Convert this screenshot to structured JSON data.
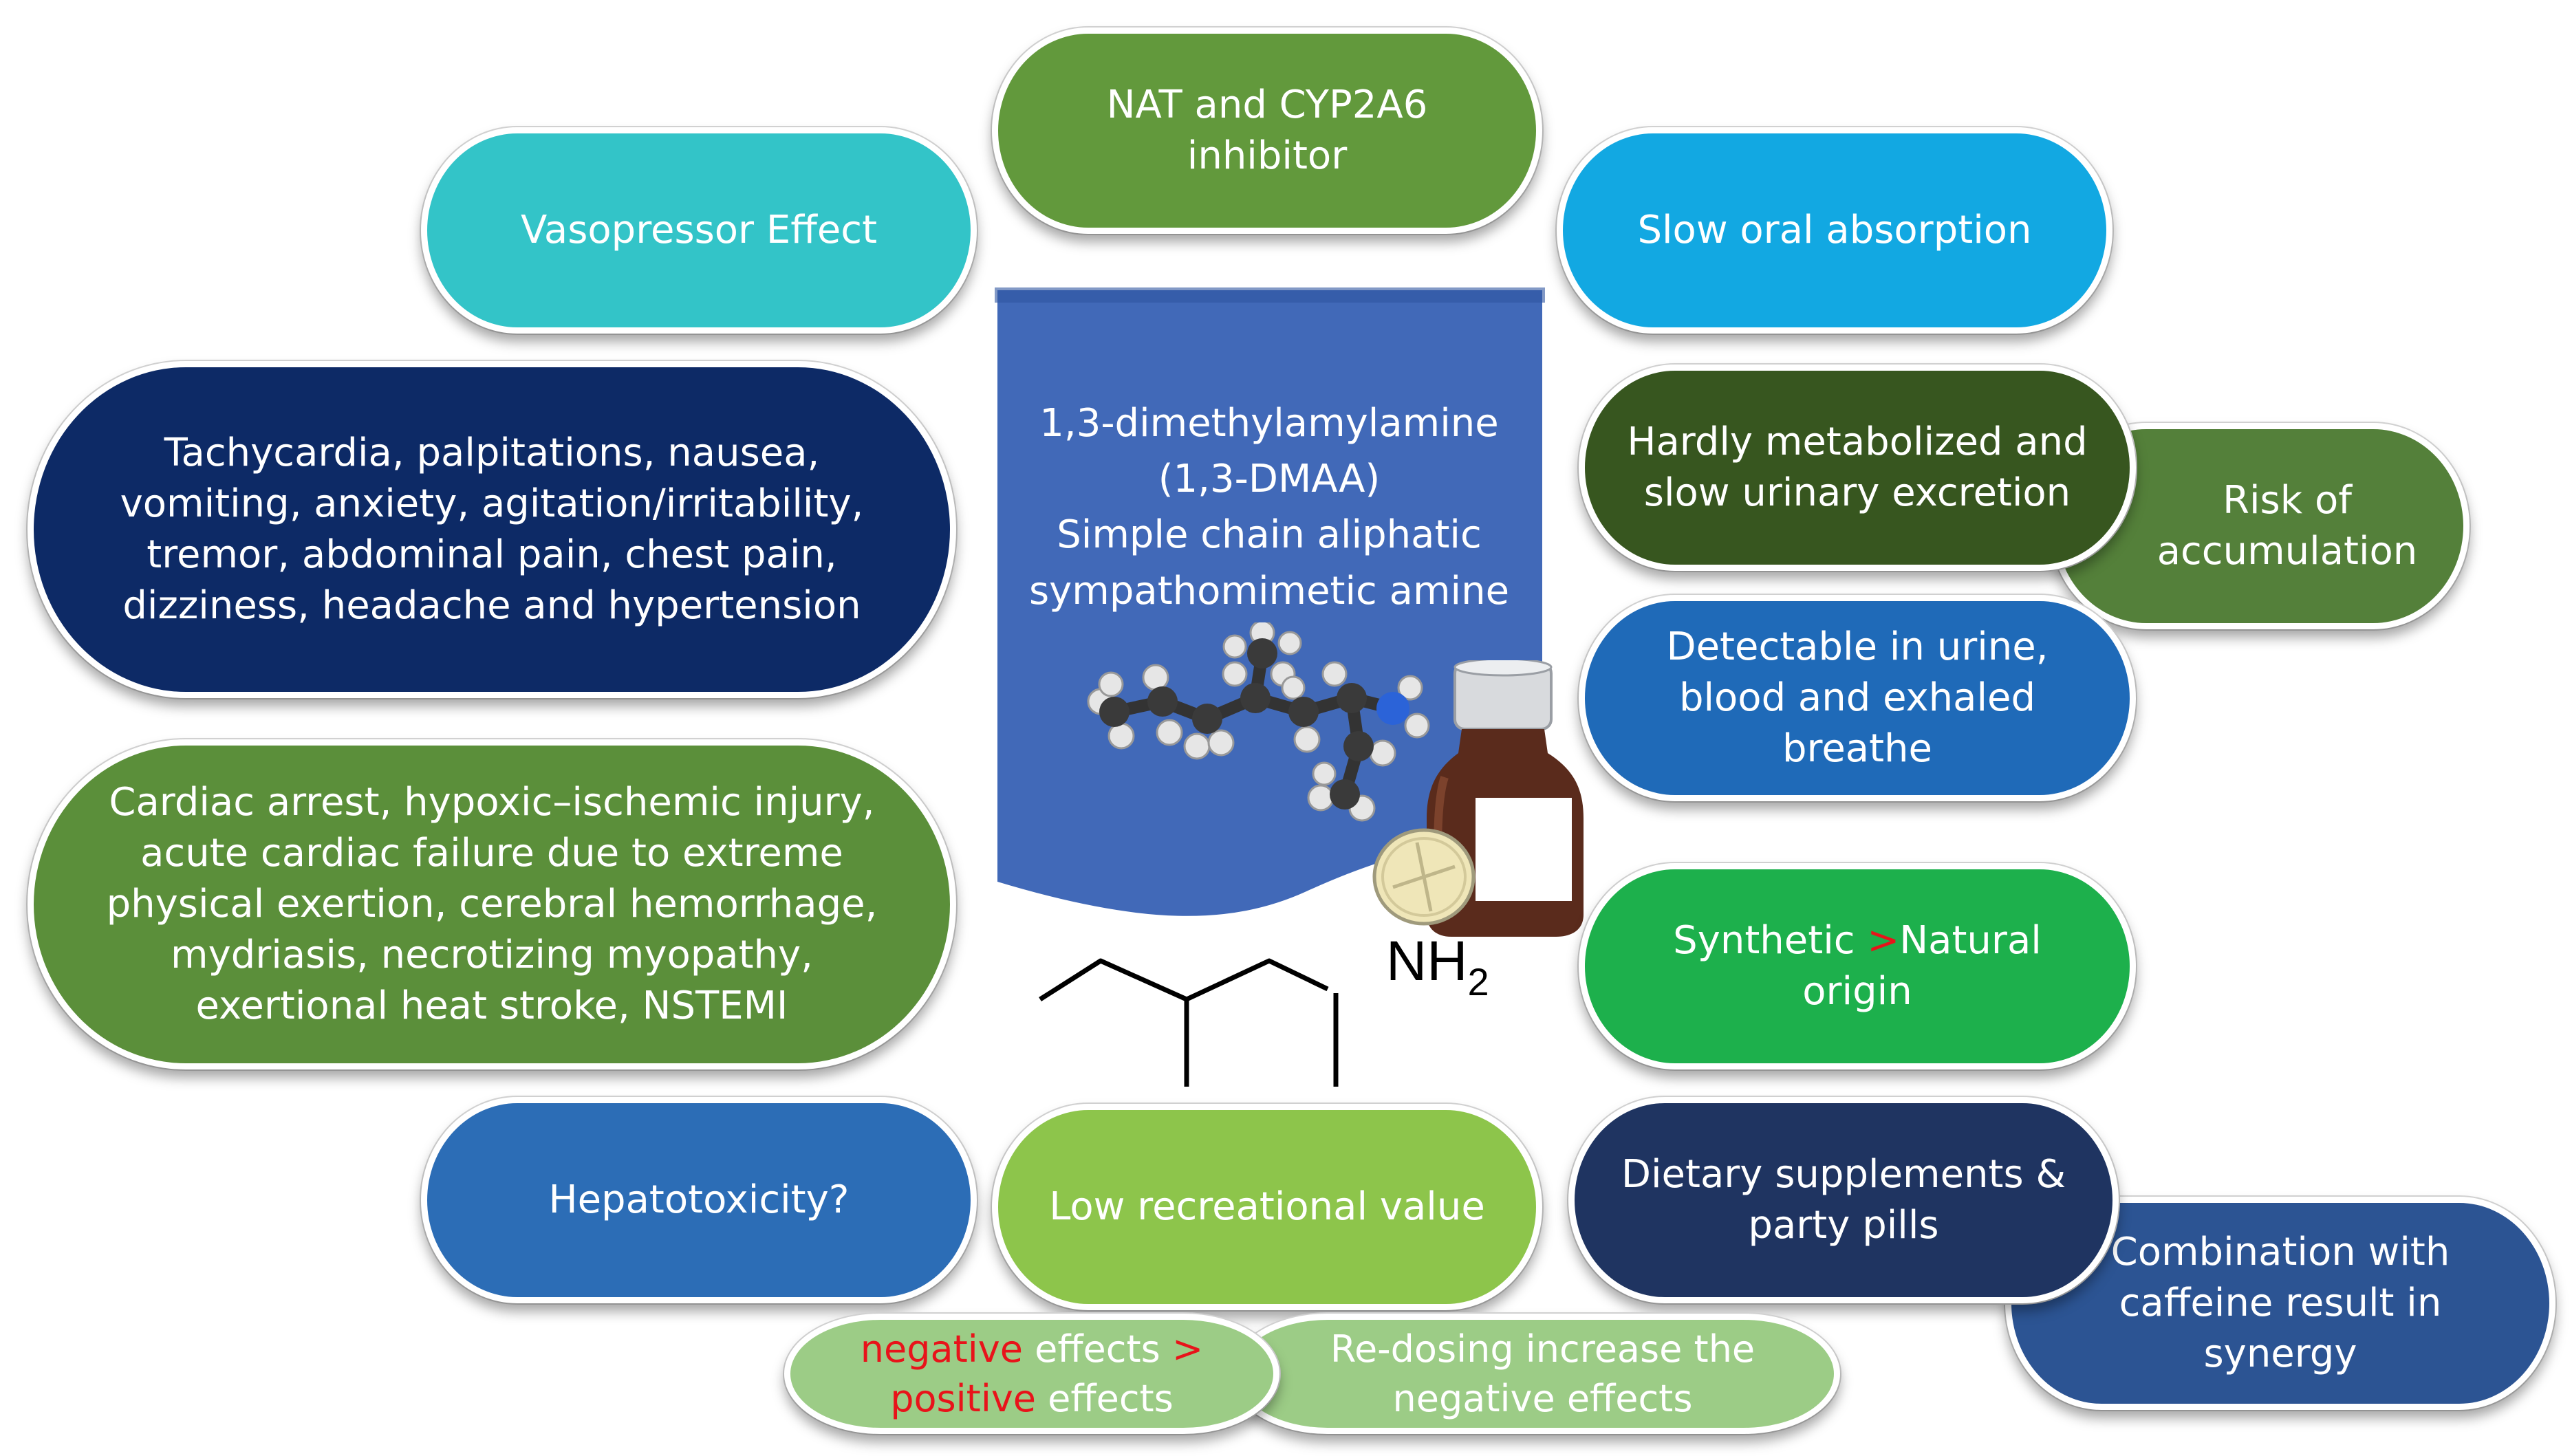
{
  "center": {
    "line1": "1,3-dimethylamylamine",
    "line2": "(1,3-DMAA)",
    "line3": "Simple chain aliphatic",
    "line4": "sympathomimetic amine",
    "nh2_label": "NH",
    "nh2_sub": "2"
  },
  "boxes": {
    "nat_cyp": {
      "l1": "NAT and CYP2A6",
      "l2": "inhibitor"
    },
    "vasopressor": "Vasopressor Effect",
    "slow_absorption": "Slow oral absorption",
    "symptoms": {
      "l1": "Tachycardia, palpitations, nausea,",
      "l2": "vomiting, anxiety,  agitation/irritability,",
      "l3": "tremor, abdominal pain, chest pain,",
      "l4": "dizziness, headache and hypertension"
    },
    "metabolized": {
      "l1": "Hardly metabolized and",
      "l2": "slow urinary excretion"
    },
    "accumulation": {
      "l1": "Risk of",
      "l2": "accumulation"
    },
    "detectable": {
      "l1": "Detectable in urine,",
      "l2": "blood and exhaled",
      "l3": "breathe"
    },
    "cardiac": {
      "l1": "Cardiac arrest, hypoxic–ischemic injury,",
      "l2": "acute cardiac failure due to extreme",
      "l3": "physical exertion, cerebral hemorrhage,",
      "l4": "mydriasis, necrotizing myopathy,",
      "l5": "exertional heat stroke, NSTEMI"
    },
    "synthetic": {
      "w1": "Synthetic ",
      "gt": ">",
      "w2": "Natural",
      "l2": "origin"
    },
    "hepatotoxicity": "Hepatotoxicity?",
    "recreational": "Low recreational value",
    "dietary": {
      "l1": "Dietary supplements &",
      "l2": "party pills"
    },
    "combination": {
      "l1": "Combination with",
      "l2": "caffeine result in",
      "l3": "synergy"
    },
    "negative_effects": {
      "w1": "negative",
      "w2": " effects ",
      "gt": ">",
      "w3": "positive",
      "w4": " effects"
    },
    "redosing": {
      "l1": "Re-dosing increase the",
      "l2": "negative effects"
    }
  },
  "colors": {
    "teal": "#33c4c8",
    "sky": "#12a8e2",
    "navy": "#0d2a66",
    "dark_green": "#37561f",
    "olive_green": "#54803a",
    "mid_green": "#5b8f3a",
    "blue": "#1f6ab8",
    "bright_green": "#1db04c",
    "light_green": "#8dc54b",
    "pale_green": "#9ccc86",
    "dark_navy": "#1f3461",
    "steel_blue": "#2c5493",
    "banner_blue": "#4169b8"
  }
}
